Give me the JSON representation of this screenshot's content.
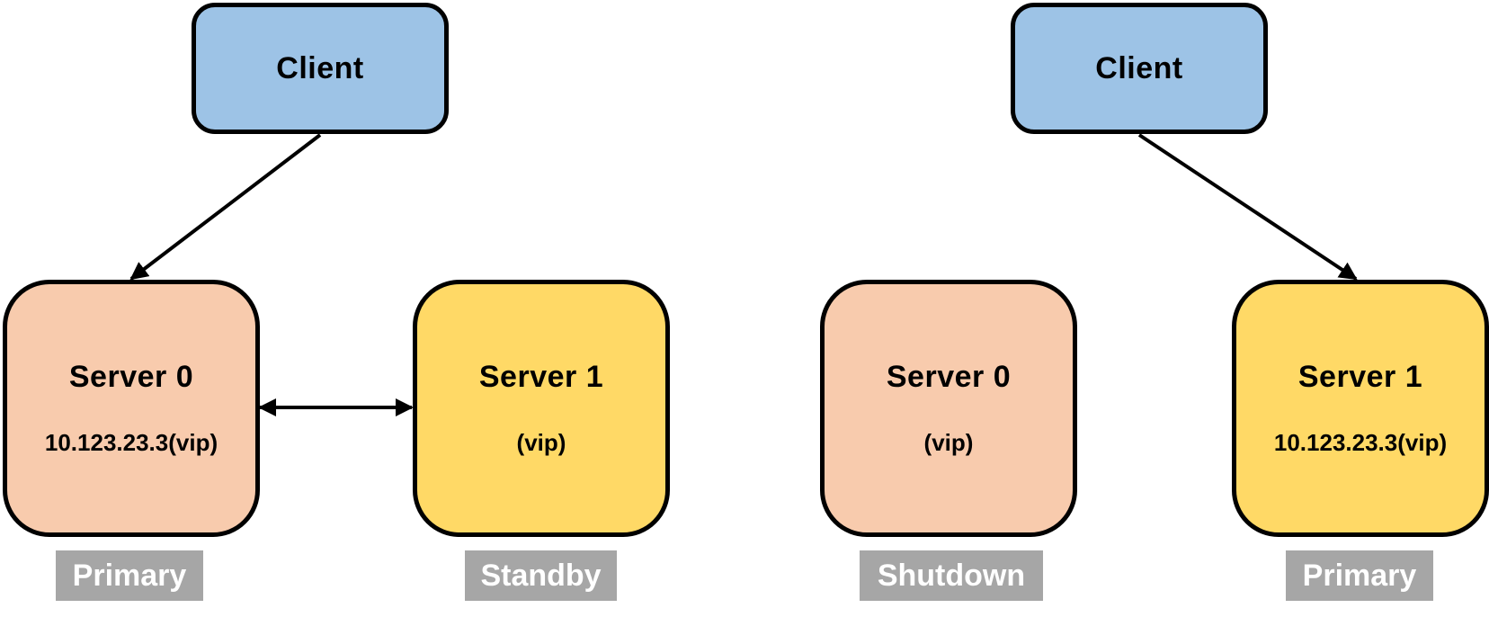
{
  "colors": {
    "client_fill": "#9dc3e6",
    "server0_fill": "#f8cbad",
    "server1_fill": "#ffd966",
    "role_fill": "#a6a6a6",
    "role_text": "#ffffff",
    "stroke": "#000000"
  },
  "panels": [
    {
      "client": {
        "label": "Client"
      },
      "server0": {
        "label": "Server 0",
        "ip": "10.123.23.3(vip)",
        "role": "Primary"
      },
      "server1": {
        "label": "Server 1",
        "ip": "(vip)",
        "role": "Standby"
      }
    },
    {
      "client": {
        "label": "Client"
      },
      "server0": {
        "label": "Server 0",
        "ip": "(vip)",
        "role": "Shutdown"
      },
      "server1": {
        "label": "Server 1",
        "ip": "10.123.23.3(vip)",
        "role": "Primary"
      }
    }
  ]
}
